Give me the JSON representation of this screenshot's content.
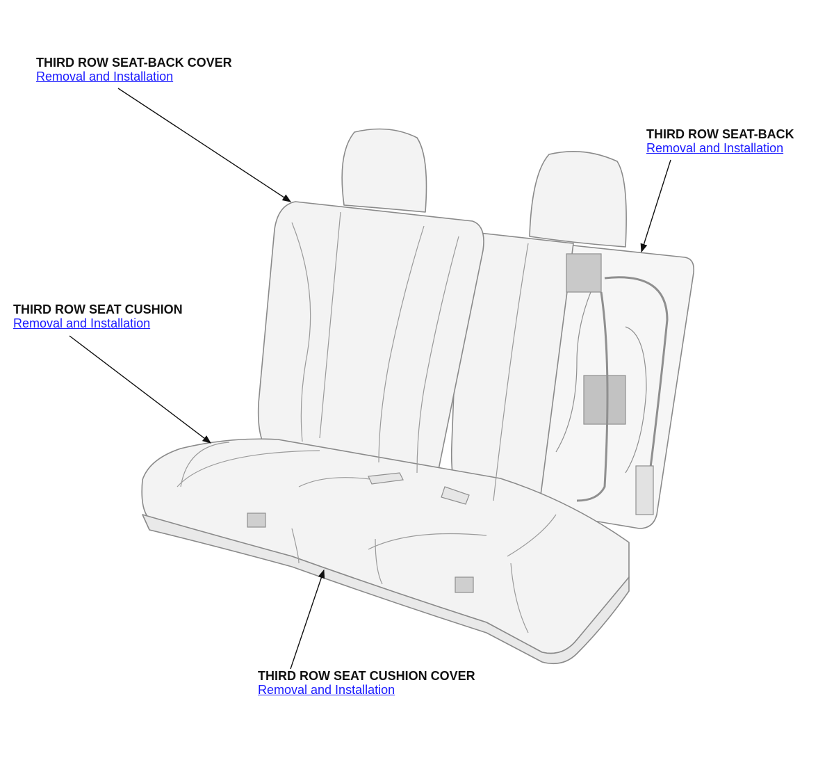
{
  "callouts": {
    "seatback_cover": {
      "title": "THIRD ROW SEAT-BACK COVER",
      "link": "Removal and Installation"
    },
    "seatback": {
      "title": "THIRD ROW SEAT-BACK",
      "link": "Removal and Installation"
    },
    "cushion": {
      "title": "THIRD ROW SEAT CUSHION",
      "link": "Removal and Installation"
    },
    "cushion_cover": {
      "title": "THIRD ROW SEAT CUSHION COVER",
      "link": "Removal and Installation"
    }
  },
  "colors": {
    "link": "#1a1aff",
    "text": "#111111",
    "seat_fill": "#f3f3f3",
    "seat_stroke": "#8a8a8a",
    "mechanism": "#b9b9b9"
  }
}
